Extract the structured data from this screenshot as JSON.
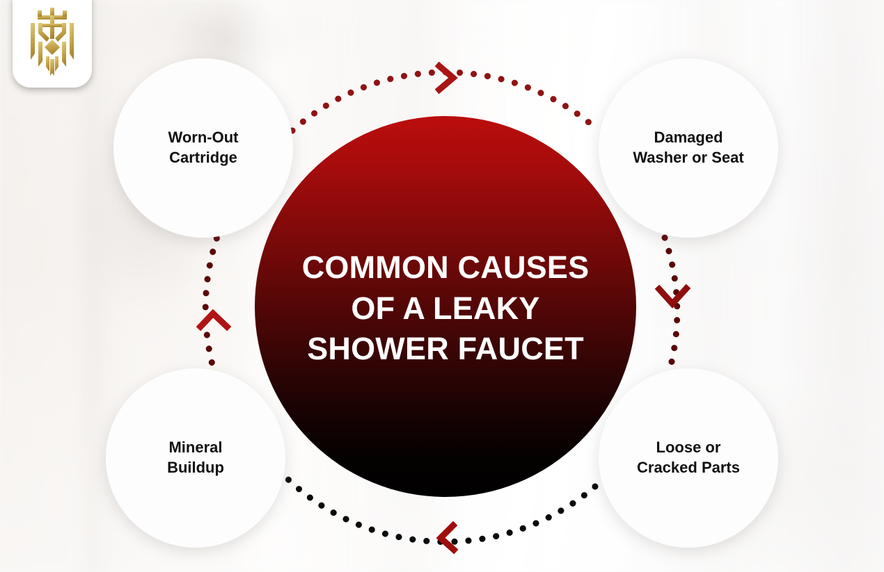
{
  "brand": {
    "logo_icon": "crest-shield-logo",
    "logo_color": "#c9a646"
  },
  "center": {
    "title_lines": [
      "COMMON CAUSES",
      "OF A LEAKY",
      "SHOWER FAUCET"
    ],
    "gradient_from": "#bb0d0d",
    "gradient_to": "#000000",
    "text_color": "#ffffff"
  },
  "nodes": [
    {
      "id": "worn-out-cartridge",
      "lines": [
        "Worn-Out",
        "Cartridge"
      ],
      "position": "top-left"
    },
    {
      "id": "damaged-washer-seat",
      "lines": [
        "Damaged",
        "Washer or Seat"
      ],
      "position": "top-right"
    },
    {
      "id": "mineral-buildup",
      "lines": [
        "Mineral",
        "Buildup"
      ],
      "position": "bottom-left"
    },
    {
      "id": "loose-cracked-parts",
      "lines": [
        "Loose or",
        "Cracked Parts"
      ],
      "position": "bottom-right"
    }
  ],
  "connectors": [
    {
      "id": "arc-top",
      "from": "worn-out-cartridge",
      "to": "damaged-washer-seat",
      "dot_color": "#8f1313",
      "arrow_color": "#a81515",
      "direction": "right"
    },
    {
      "id": "arc-right",
      "from": "damaged-washer-seat",
      "to": "loose-cracked-parts",
      "dot_color": "#5a0707",
      "arrow_color": "#8f0d0d",
      "direction": "down"
    },
    {
      "id": "arc-bottom",
      "from": "loose-cracked-parts",
      "to": "mineral-buildup",
      "dot_color": "#0a0a0a",
      "arrow_color": "#a00d0d",
      "direction": "left"
    },
    {
      "id": "arc-left",
      "from": "mineral-buildup",
      "to": "worn-out-cartridge",
      "dot_color": "#5a0707",
      "arrow_color": "#b01414",
      "direction": "up"
    }
  ],
  "background": {
    "description": "blurred light bathroom interior",
    "base_color": "#f7f5f4"
  }
}
